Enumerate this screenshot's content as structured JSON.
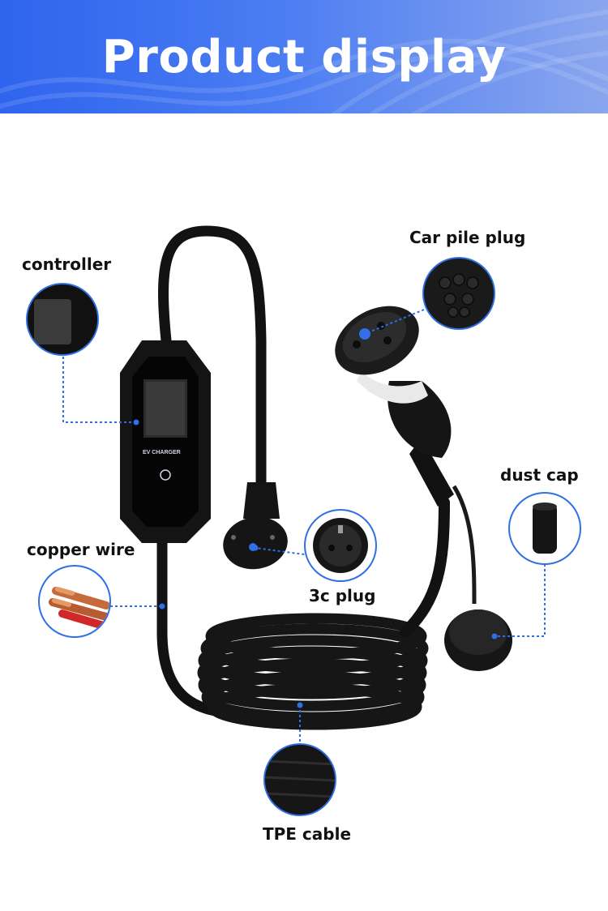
{
  "header": {
    "title": "Product display"
  },
  "labels": {
    "controller": "controller",
    "car_pile_plug": "Car pile plug",
    "dust_cap": "dust cap",
    "copper_wire": "copper wire",
    "plug_3c": "3c plug",
    "tpe_cable": "TPE cable"
  },
  "device": {
    "screen_text": "EV CHARGER"
  },
  "colors": {
    "accent": "#2f6fe8",
    "banner_start": "#2f64ee",
    "banner_end": "#8aa6ee",
    "product": "#111111"
  },
  "icons": [
    "power-button-icon"
  ]
}
